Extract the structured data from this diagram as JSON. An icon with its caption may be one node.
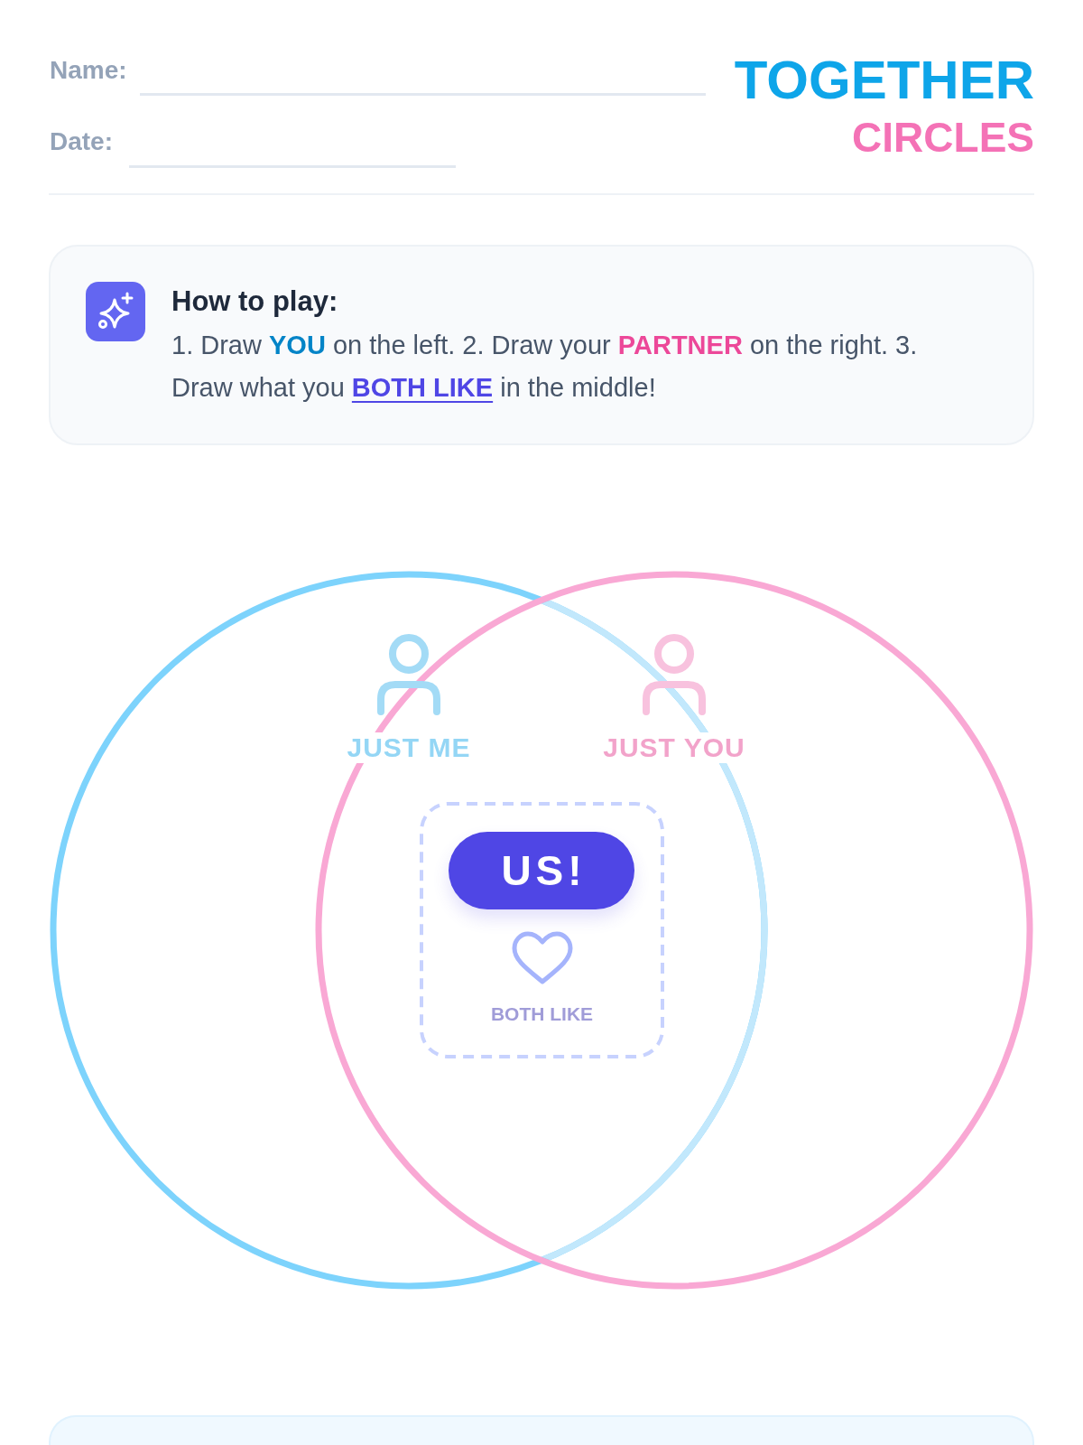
{
  "diagram": {
    "title": "TOGETHER CIRCLES",
    "nodes": [
      {
        "text": [
          "How to play:",
          "1. Draw **YOU** on the left. 2. Draw your **PARTNER** on the right. 3. Draw what you **BOTH LIKE** in the middle!"
        ]
      },
      {
        "text": [
          "JUST ME"
        ]
      },
      {
        "text": [
          "JUST YOU"
        ]
      },
      {
        "text": [
          "BOTH LIKE"
        ]
      },
      {
        "text": [
          "US!"
        ],
        "in": 3
      },
      {
        "text": [],
        "shape": "box"
      }
    ],
    "labels": [
      "Name:",
      "Date:"
    ]
  }
}
